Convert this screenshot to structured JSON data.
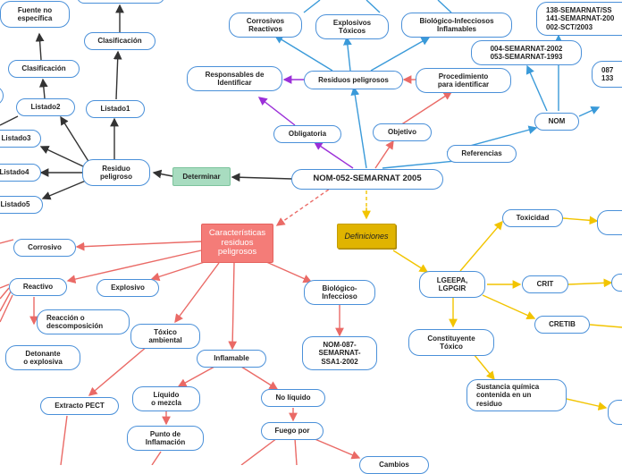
{
  "root": "NOM-052-SEMARNAT 2005",
  "blue": {
    "residuos_peligrosos": "Residuos peligrosos",
    "corrosivos_reactivos": "Corrosivos\nReactivos",
    "explosivos_toxicos": "Explosivos\nTóxicos",
    "biologico_inflamables": "Biológico-Infecciosos\nInflamables",
    "responsables": "Responsables de\nIdentificar",
    "procedimiento": "Procedimiento\npara identificar",
    "obligatoria": "Obligatoria",
    "objetivo": "Objetivo",
    "referencias": "Referencias",
    "nom": "NOM",
    "nom_list_a": "138-SEMARNAT/SS\n141-SEMARNAT-200\n002-SCT/2003",
    "nom_list_b": "004-SEMARNAT-2002\n053-SEMARNAT-1993",
    "nom_right": "087\n133",
    "lgeepa": "LGEEPA,\nLGPGIR",
    "toxicidad": "Toxicidad",
    "crit": "CRIT",
    "cretib": "CRETIB",
    "constituyente": "Constituyente\nTóxico",
    "sustancia": "Sustancia química\ncontenida en un\nresiduo",
    "corrosivo": "Corrosivo",
    "reactivo": "Reactivo",
    "explosivo": "Explosivo",
    "reaccion": "Reacción o\ndescomposición",
    "detonante": "Detonante\no explosiva",
    "toxico_ambiental": "Tóxico\nambiental",
    "extracto": "Extracto PECT",
    "inflamable": "Inflamable",
    "liquido_mezcla": "Líquido\no mezcla",
    "no_liquido": "No líquido",
    "punto": "Punto de\nInflamación",
    "fuego": "Fuego por",
    "cambios": "Cambios",
    "biologico_infeccioso": "Biológico-\nInfeccioso",
    "nom087": "NOM-087-\nSEMARNAT-\nSSA1-2002",
    "residuo_peligroso": "Residuo\npeligroso",
    "listado1": "Listado1",
    "listado2": "Listado2",
    "listado3": "Listado3",
    "listado4": "Listado4",
    "listado5": "Listado5",
    "clasificacion_1": "Clasificación",
    "clasificacion_2": "Clasificación",
    "fuente": "Fuente no\nespecífica"
  },
  "determinar": "Determinar",
  "caracteristicas": "Características\nresiduos\npeligrosos",
  "definiciones": "Definiciones",
  "colors": {
    "blue_line": "#3a9ad9",
    "purple_line": "#9b2fd8",
    "red_line": "#ea6a66",
    "yellow_line": "#f2c400",
    "dark_line": "#333333",
    "node_border": "#4a90d9"
  }
}
